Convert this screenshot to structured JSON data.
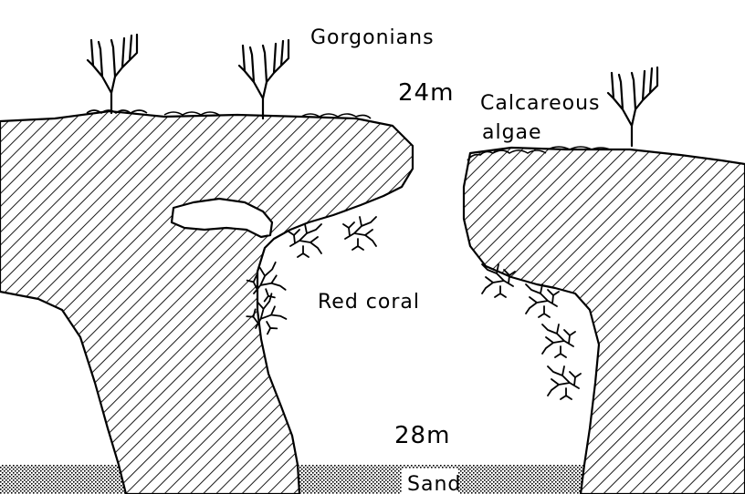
{
  "labels": {
    "gorgonians": "Gorgonians",
    "depth_top": "24m",
    "calcareous_line1": "Calcareous",
    "calcareous_line2": "algae",
    "red_coral": "Red coral",
    "depth_bottom": "28m",
    "sand": "Sand"
  },
  "colors": {
    "ink": "#000000",
    "paper": "#ffffff"
  },
  "icons": [
    "gorgonian-icon",
    "red-coral-icon"
  ]
}
